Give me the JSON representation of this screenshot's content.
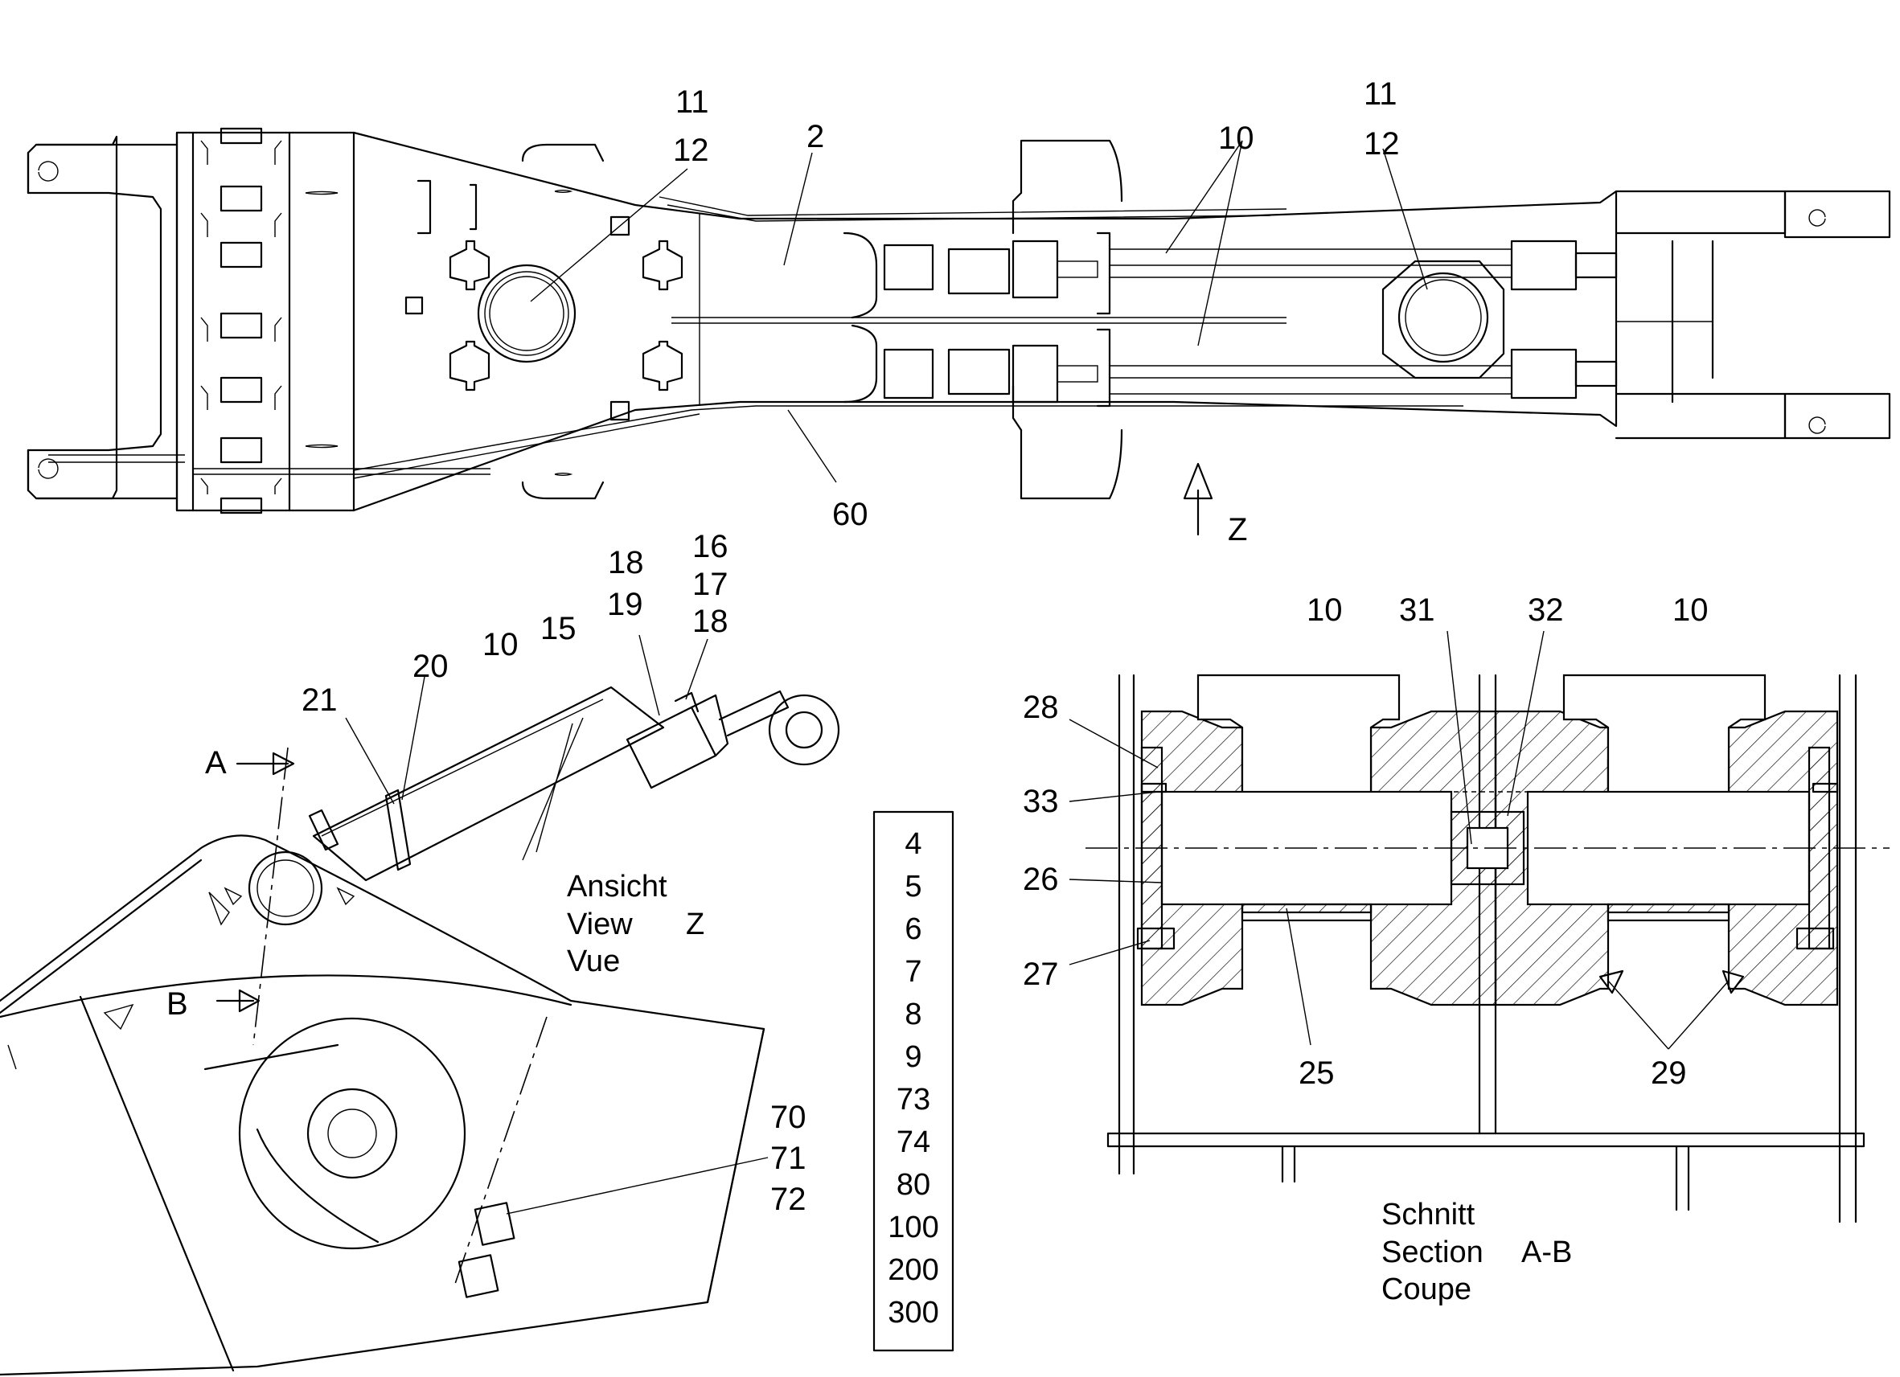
{
  "callouts": {
    "top_11_a": "11",
    "top_12_a": "12",
    "top_2": "2",
    "top_11_b": "11",
    "top_12_b": "12",
    "top_10": "10",
    "top_60": "60",
    "view_z_arrow": "Z",
    "cyl_18_a": "18",
    "cyl_19": "19",
    "cyl_16": "16",
    "cyl_17": "17",
    "cyl_18_b": "18",
    "cyl_15": "15",
    "cyl_10": "10",
    "cyl_20": "20",
    "cyl_21": "21",
    "cut_a": "A",
    "cut_b": "B",
    "side_70": "70",
    "side_71": "71",
    "side_72": "72",
    "sec_10_a": "10",
    "sec_31": "31",
    "sec_32": "32",
    "sec_10_b": "10",
    "sec_28": "28",
    "sec_33": "33",
    "sec_26": "26",
    "sec_27": "27",
    "sec_25": "25",
    "sec_29": "29"
  },
  "view_caption": {
    "line1": "Ansicht",
    "line2": "View",
    "line3": "Vue",
    "view_letter": "Z"
  },
  "section_caption": {
    "line1": "Schnitt",
    "line2": "Section",
    "line3": "Coupe",
    "section_letters": "A-B"
  },
  "part_list": [
    "4",
    "5",
    "6",
    "7",
    "8",
    "9",
    "73",
    "74",
    "80",
    "100",
    "200",
    "300"
  ]
}
